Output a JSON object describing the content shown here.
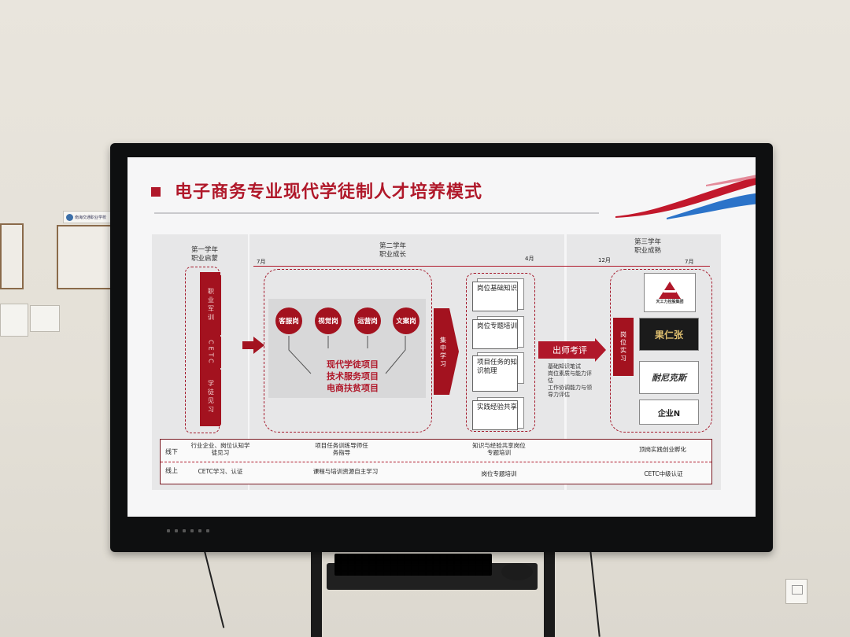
{
  "wall": {
    "sign_text": "南海交通职业学校"
  },
  "slide": {
    "title": "电子商务专业现代学徒制人才培养模式",
    "years": [
      {
        "title": "第一学年",
        "subtitle": "职业启蒙"
      },
      {
        "title": "第二学年",
        "subtitle": "职业成长"
      },
      {
        "title": "第三学年",
        "subtitle": "职业成熟"
      }
    ],
    "months": [
      "7月",
      "4月",
      "12月",
      "7月"
    ],
    "year1_segments": [
      "职业军训",
      "CETC",
      "学徒见习"
    ],
    "posts": [
      "客服岗",
      "视觉岗",
      "运营岗",
      "文案岗"
    ],
    "projects": [
      "现代学徒项目",
      "技术服务项目",
      "电商扶贫项目"
    ],
    "concentrated_study": "集中学习",
    "knowledge_cards": [
      "岗位基础知识",
      "岗位专题培训",
      "项目任务的知识梳理",
      "实践经验共享"
    ],
    "graduation_eval": "出师考评",
    "eval_items": [
      "基础知识笔试",
      "岗位素质与能力评估",
      "工作协调能力与领导力评估"
    ],
    "internship": "岗位实习",
    "companies": [
      "天工力控股集团",
      "果仁张",
      "耐尼克斯",
      "企业N"
    ],
    "bottom": {
      "offline_label": "线下",
      "online_label": "线上",
      "offline": [
        "行业企业、岗位认知学徒见习",
        "项目任务训练导师任务指导",
        "知识与经验共享岗位专题培训",
        "顶岗实践创业孵化"
      ],
      "online": [
        "CETC学习、认证",
        "课程与培训资源自主学习",
        "岗位专题培训",
        "CETC中级认证"
      ]
    }
  },
  "colors": {
    "accent": "#b0182a",
    "dark_red": "#a3121f",
    "panel": "#e7e7e8"
  }
}
